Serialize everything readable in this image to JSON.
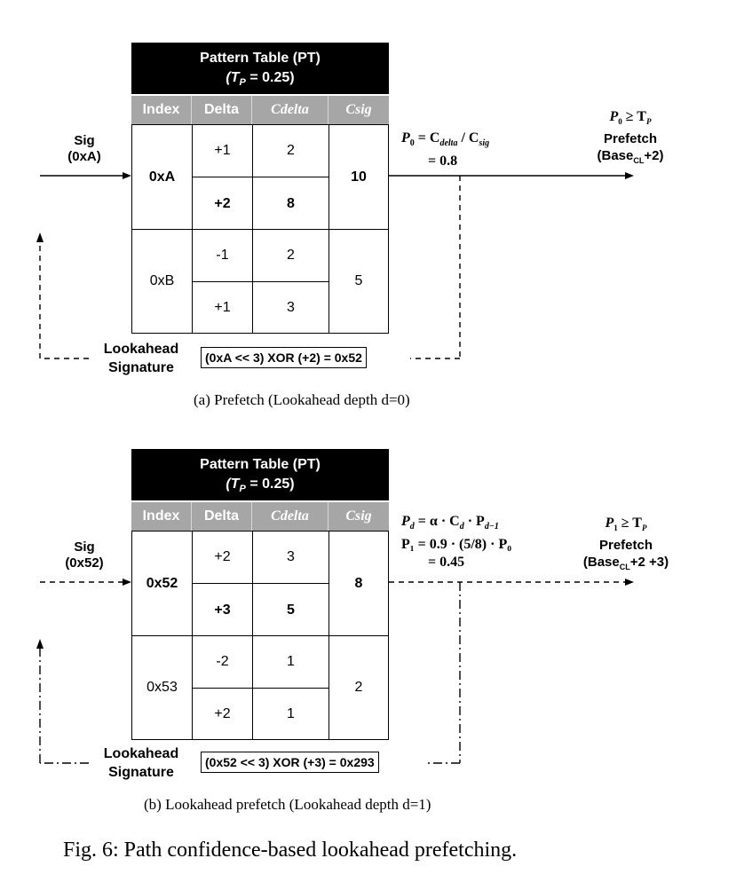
{
  "figure_caption": "Fig. 6: Path confidence-based lookahead prefetching.",
  "panels": [
    {
      "table_title": "Pattern Table (PT)",
      "threshold": "(T",
      "threshold_sub": "P",
      "threshold_val": " = 0.25)",
      "headers": [
        "Index",
        "Delta",
        "Cdelta",
        "Csig"
      ],
      "sig_label_line1": "Sig",
      "sig_label_line2": "(0xA)",
      "groups": [
        {
          "index": "0xA",
          "csig": "10",
          "bold": true,
          "rows": [
            {
              "delta": "+1",
              "cdelta": "2",
              "bold": false
            },
            {
              "delta": "+2",
              "cdelta": "8",
              "bold": true
            }
          ]
        },
        {
          "index": "0xB",
          "csig": "5",
          "bold": false,
          "rows": [
            {
              "delta": "-1",
              "cdelta": "2",
              "bold": false
            },
            {
              "delta": "+1",
              "cdelta": "3",
              "bold": false
            }
          ]
        }
      ],
      "eq_line1_lhs": "P",
      "eq_line1_lhs_sub": "0",
      "eq_line1_rhs": " = C",
      "eq_line1_rhs_sub": "delta",
      "eq_line1_div": " / C",
      "eq_line1_div_sub": "sig",
      "eq_line2": "= 0.8",
      "eq_line3": "",
      "prefetch_cond": "P",
      "prefetch_cond_sub": "0",
      "prefetch_cond_rest": " ≥ T",
      "prefetch_cond_rest_sub": "P",
      "prefetch_label": "Prefetch",
      "prefetch_target_pre": "(Base",
      "prefetch_target_sub": "CL",
      "prefetch_target_post": "+2)",
      "lookahead_line1": "Lookahead",
      "lookahead_line2": "Signature",
      "formula": "(0xA << 3) XOR (+2) = 0x52",
      "caption": "(a) Prefetch (Lookahead depth d=0)"
    },
    {
      "table_title": "Pattern Table (PT)",
      "threshold": "(T",
      "threshold_sub": "P",
      "threshold_val": " = 0.25)",
      "headers": [
        "Index",
        "Delta",
        "Cdelta",
        "Csig"
      ],
      "sig_label_line1": "Sig",
      "sig_label_line2": "(0x52)",
      "groups": [
        {
          "index": "0x52",
          "csig": "8",
          "bold": true,
          "rows": [
            {
              "delta": "+2",
              "cdelta": "3",
              "bold": false
            },
            {
              "delta": "+3",
              "cdelta": "5",
              "bold": true
            }
          ]
        },
        {
          "index": "0x53",
          "csig": "2",
          "bold": false,
          "rows": [
            {
              "delta": "-2",
              "cdelta": "1",
              "bold": false
            },
            {
              "delta": "+2",
              "cdelta": "1",
              "bold": false
            }
          ]
        }
      ],
      "eq_line1_lhs": "P",
      "eq_line1_lhs_sub": "d",
      "eq_line1_rhs": " = α · C",
      "eq_line1_rhs_sub": "d",
      "eq_line1_div": " · P",
      "eq_line1_div_sub": "d−1",
      "eq_line2": "P₁ = 0.9 · (5/8) · P₀",
      "eq_line3": "= 0.45",
      "prefetch_cond": "P",
      "prefetch_cond_sub": "1",
      "prefetch_cond_rest": " ≥ T",
      "prefetch_cond_rest_sub": "P",
      "prefetch_label": "Prefetch",
      "prefetch_target_pre": "(Base",
      "prefetch_target_sub": "CL",
      "prefetch_target_post": "+2 +3)",
      "lookahead_line1": "Lookahead",
      "lookahead_line2": "Signature",
      "formula": "(0x52 << 3) XOR (+3) = 0x293",
      "caption": "(b) Lookahead prefetch (Lookahead depth d=1)"
    }
  ]
}
